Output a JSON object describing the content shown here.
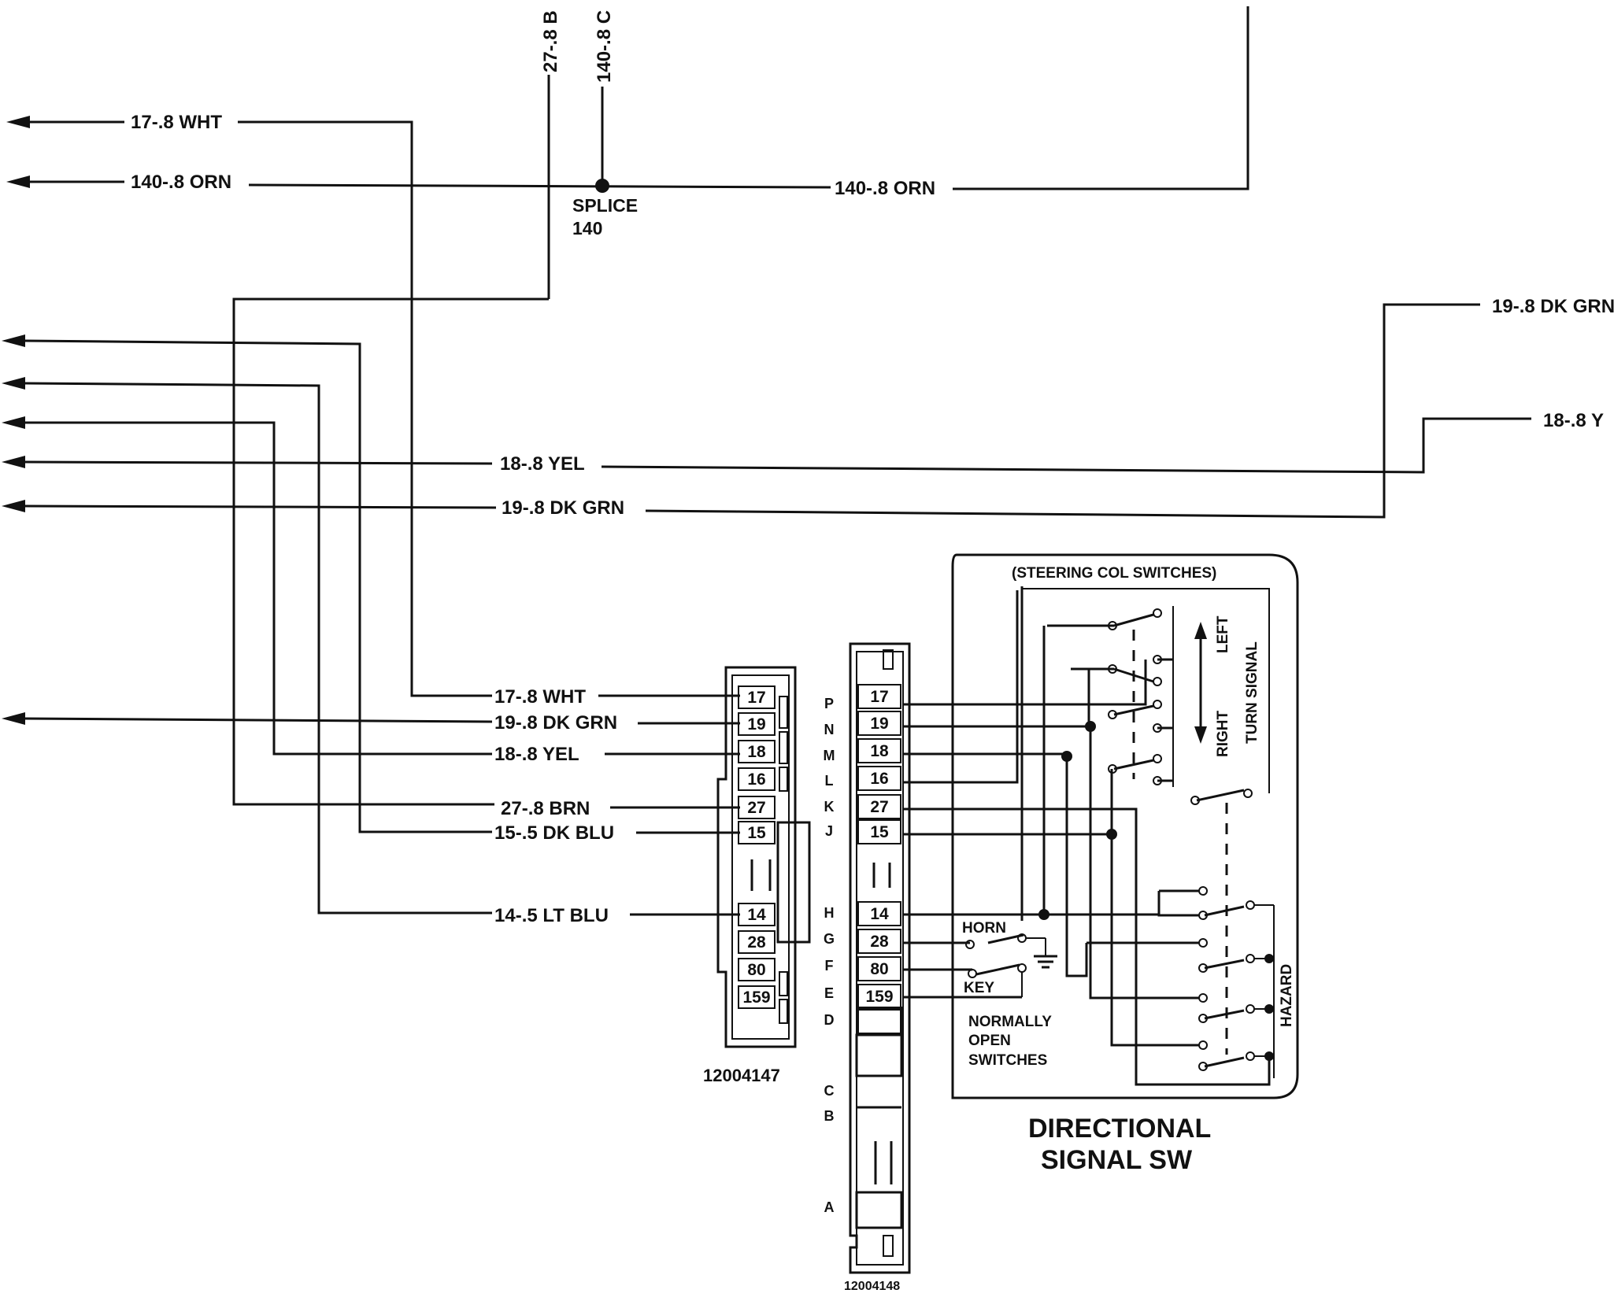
{
  "wires": {
    "w27b": "27-.8 B",
    "w140c": "140-.8 C",
    "w17_top": "17-.8 WHT",
    "w140_left": "140-.8 ORN",
    "w140_right": "140-.8 ORN",
    "splice_label": "SPLICE",
    "splice_num": "140",
    "w19_right": "19-.8 DK GRN",
    "w18_right": "18-.8 Y",
    "w18_mid": "18-.8 YEL",
    "w19_mid": "19-.8 DK GRN",
    "c17": "17-.8 WHT",
    "c19": "19-.8 DK GRN",
    "c18": "18-.8 YEL",
    "c27": "27-.8 BRN",
    "c15": "15-.5 DK BLU",
    "c14": "14-.5 LT BLU"
  },
  "left_connector": {
    "part_number": "12004147",
    "pins": [
      "17",
      "19",
      "18",
      "16",
      "27",
      "15",
      "14",
      "28",
      "80",
      "159"
    ]
  },
  "right_connector": {
    "part_number": "12004148",
    "pins": [
      "17",
      "19",
      "18",
      "16",
      "27",
      "15",
      "14",
      "28",
      "80",
      "159"
    ],
    "letters": [
      "P",
      "N",
      "M",
      "L",
      "K",
      "J",
      "H",
      "G",
      "F",
      "E",
      "D",
      "C",
      "B",
      "A"
    ]
  },
  "switch_box": {
    "header": "(STEERING COL SWITCHES)",
    "left": "LEFT",
    "right": "RIGHT",
    "turn_signal": "TURN SIGNAL",
    "hazard": "HAZARD",
    "horn": "HORN",
    "key": "KEY",
    "note_line1": "NORMALLY",
    "note_line2": "OPEN",
    "note_line3": "SWITCHES"
  },
  "title": {
    "line1": "DIRECTIONAL",
    "line2": "SIGNAL SW"
  }
}
